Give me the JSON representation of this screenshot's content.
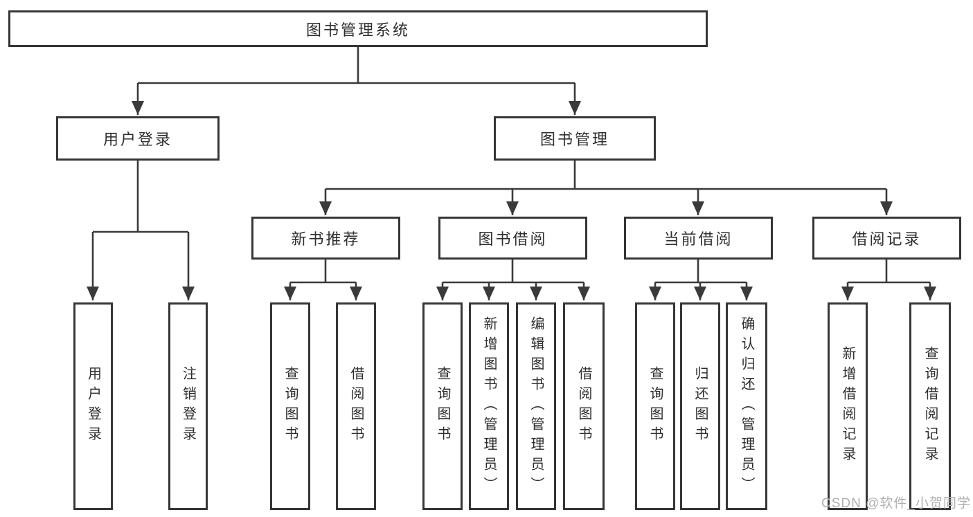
{
  "diagram_type": "hierarchy-tree",
  "colors": {
    "line": "#3a3a3a",
    "box_border": "#363636",
    "text": "#2e2e2e",
    "watermark": "#b0b0b0",
    "background": "#ffffff"
  },
  "tree": {
    "root": {
      "label": "图书管理系统"
    },
    "branches": [
      {
        "label": "用户登录",
        "children": [
          {
            "label": "用户登录"
          },
          {
            "label": "注销登录"
          }
        ]
      },
      {
        "label": "图书管理",
        "children": [
          {
            "label": "新书推荐",
            "children": [
              {
                "label": "查询图书"
              },
              {
                "label": "借阅图书"
              }
            ]
          },
          {
            "label": "图书借阅",
            "children": [
              {
                "label": "查询图书"
              },
              {
                "label": "新增图书（管理员）"
              },
              {
                "label": "编辑图书（管理员）"
              },
              {
                "label": "借阅图书"
              }
            ]
          },
          {
            "label": "当前借阅",
            "children": [
              {
                "label": "查询图书"
              },
              {
                "label": "归还图书"
              },
              {
                "label": "确认归还（管理员）"
              }
            ]
          },
          {
            "label": "借阅记录",
            "children": [
              {
                "label": "新增借阅记录"
              },
              {
                "label": "查询借阅记录"
              }
            ]
          }
        ]
      }
    ]
  },
  "watermark": {
    "text": "CSDN @软件_小贺同学"
  }
}
